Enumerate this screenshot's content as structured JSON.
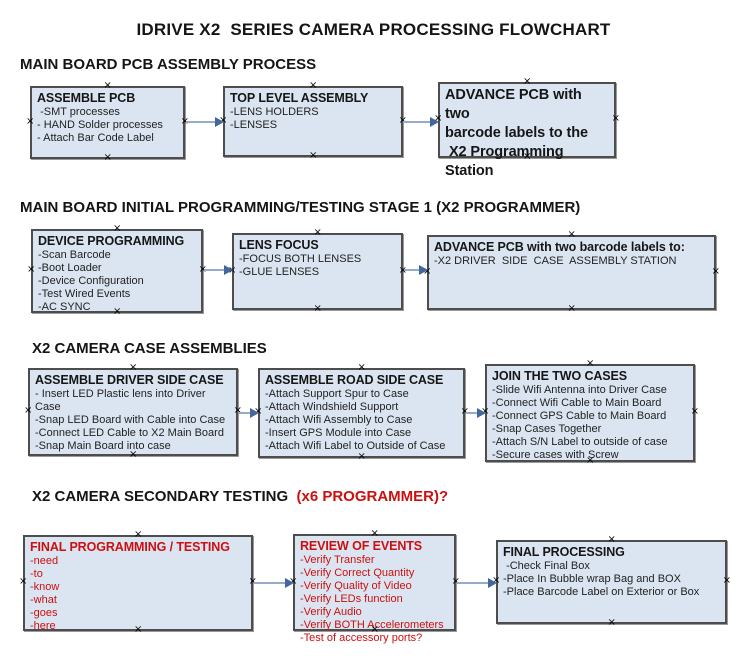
{
  "page_title": "IDRIVE X2  SERIES CAMERA PROCESSING FLOWCHART",
  "colors": {
    "box_fill": "#dbe5f1",
    "box_border": "#4d4d4d",
    "red_text": "#cc1010",
    "arrow_line": "#96abc8",
    "arrow_head": "#44679b",
    "text": "#151515"
  },
  "diagram": {
    "connection_point_glyph": "×"
  },
  "sections": [
    {
      "header": "MAIN BOARD PCB ASSEMBLY PROCESS",
      "boxes": [
        {
          "title": "ASSEMBLE PCB",
          "items": [
            " -SMT processes",
            "- HAND Solder processes",
            "- Attach Bar Code Label"
          ]
        },
        {
          "title": "TOP LEVEL ASSEMBLY",
          "items": [
            "-LENS HOLDERS",
            "-LENSES"
          ]
        },
        {
          "title": "ADVANCE PCB with two\nbarcode labels to the\n X2 Programming Station",
          "items": []
        }
      ]
    },
    {
      "header": "MAIN BOARD INITIAL PROGRAMMING/TESTING STAGE 1 (X2 PROGRAMMER)",
      "boxes": [
        {
          "title": "DEVICE PROGRAMMING",
          "items": [
            "-Scan Barcode",
            "-Boot Loader",
            "-Device Configuration",
            "-Test Wired Events",
            "-AC SYNC"
          ]
        },
        {
          "title": "LENS FOCUS",
          "items": [
            "-FOCUS BOTH LENSES",
            "-GLUE LENSES"
          ]
        },
        {
          "title": "ADVANCE PCB with two barcode labels to:",
          "items": [
            "-X2 DRIVER  SIDE  CASE  ASSEMBLY STATION"
          ]
        }
      ]
    },
    {
      "header": "X2 CAMERA CASE ASSEMBLIES",
      "boxes": [
        {
          "title": "ASSEMBLE DRIVER SIDE CASE",
          "items": [
            "- Insert LED Plastic lens into Driver Case",
            "-Snap LED Board with Cable into Case",
            "-Connect LED Cable to X2 Main Board",
            "-Snap Main Board into case"
          ]
        },
        {
          "title": "ASSEMBLE ROAD SIDE CASE",
          "items": [
            "-Attach Support Spur to Case",
            "-Attach Windshield Support",
            "-Attach Wifi Assembly to Case",
            "-Insert GPS Module into Case",
            "-Attach Wifi Label to Outside of Case"
          ]
        },
        {
          "title": "JOIN THE TWO CASES",
          "items": [
            "-Slide Wifi Antenna into Driver Case",
            "-Connect Wifi Cable to Main Board",
            "-Connect GPS Cable to Main Board",
            "-Snap Cases Together",
            "-Attach S/N Label to outside of case",
            "-Secure cases with Screw"
          ]
        }
      ]
    },
    {
      "header": "X2 CAMERA SECONDARY TESTING ",
      "header_red": " (x6 PROGRAMMER)?",
      "boxes": [
        {
          "title": "FINAL PROGRAMMING / TESTING",
          "items": [
            "-need",
            "-to",
            "-know",
            "-what",
            "-goes",
            "-here"
          ]
        },
        {
          "title": "REVIEW OF EVENTS",
          "items": [
            "-Verify Transfer",
            "-Verify Correct Quantity",
            "-Verify Quality of Video",
            "-Verify LEDs function",
            "-Verify Audio",
            "-Verify BOTH Accelerometers",
            "-Test of accessory ports?"
          ]
        },
        {
          "title": "FINAL PROCESSING",
          "items": [
            " -Check Final Box",
            "-Place In Bubble wrap Bag and BOX",
            "-Place Barcode Label on Exterior or Box"
          ]
        }
      ]
    }
  ]
}
